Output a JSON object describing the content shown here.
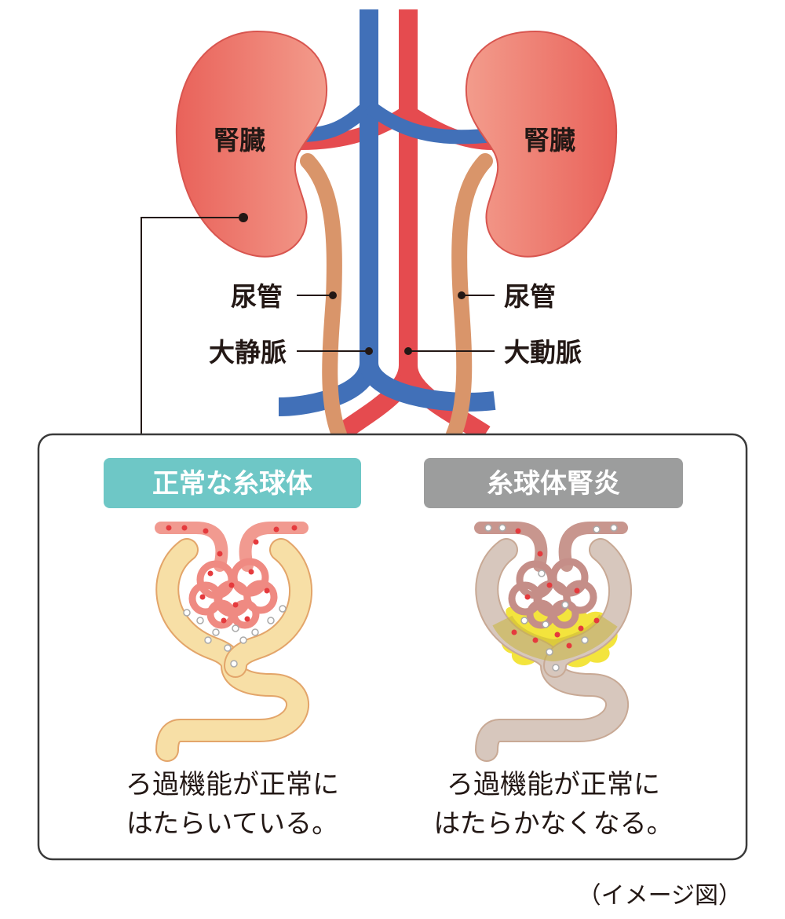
{
  "labels": {
    "kidney_left": "腎臓",
    "kidney_right": "腎臓",
    "ureter_left": "尿管",
    "ureter_right": "尿管",
    "vena_cava": "大静脈",
    "aorta": "大動脈"
  },
  "panels": {
    "normal": {
      "title": "正常な糸球体",
      "caption_line1": "ろ過機能が正常に",
      "caption_line2": "はたらいている。"
    },
    "disease": {
      "title": "糸球体腎炎",
      "caption_line1": "ろ過機能が正常に",
      "caption_line2": "はたらかなくなる。"
    }
  },
  "note": "（イメージ図）",
  "colors": {
    "kidney": "#ec7467",
    "vein": "#4170b8",
    "artery": "#e54b4f",
    "ureter": "#d9956a",
    "normal_badge": "#6ec7c6",
    "disease_badge": "#9c9d9d",
    "tubule_normal": "#f7dfa6",
    "tubule_disease": "#d7c7bd",
    "inflammation": "#f3e43d",
    "blood_cell": "#e53a3d"
  }
}
